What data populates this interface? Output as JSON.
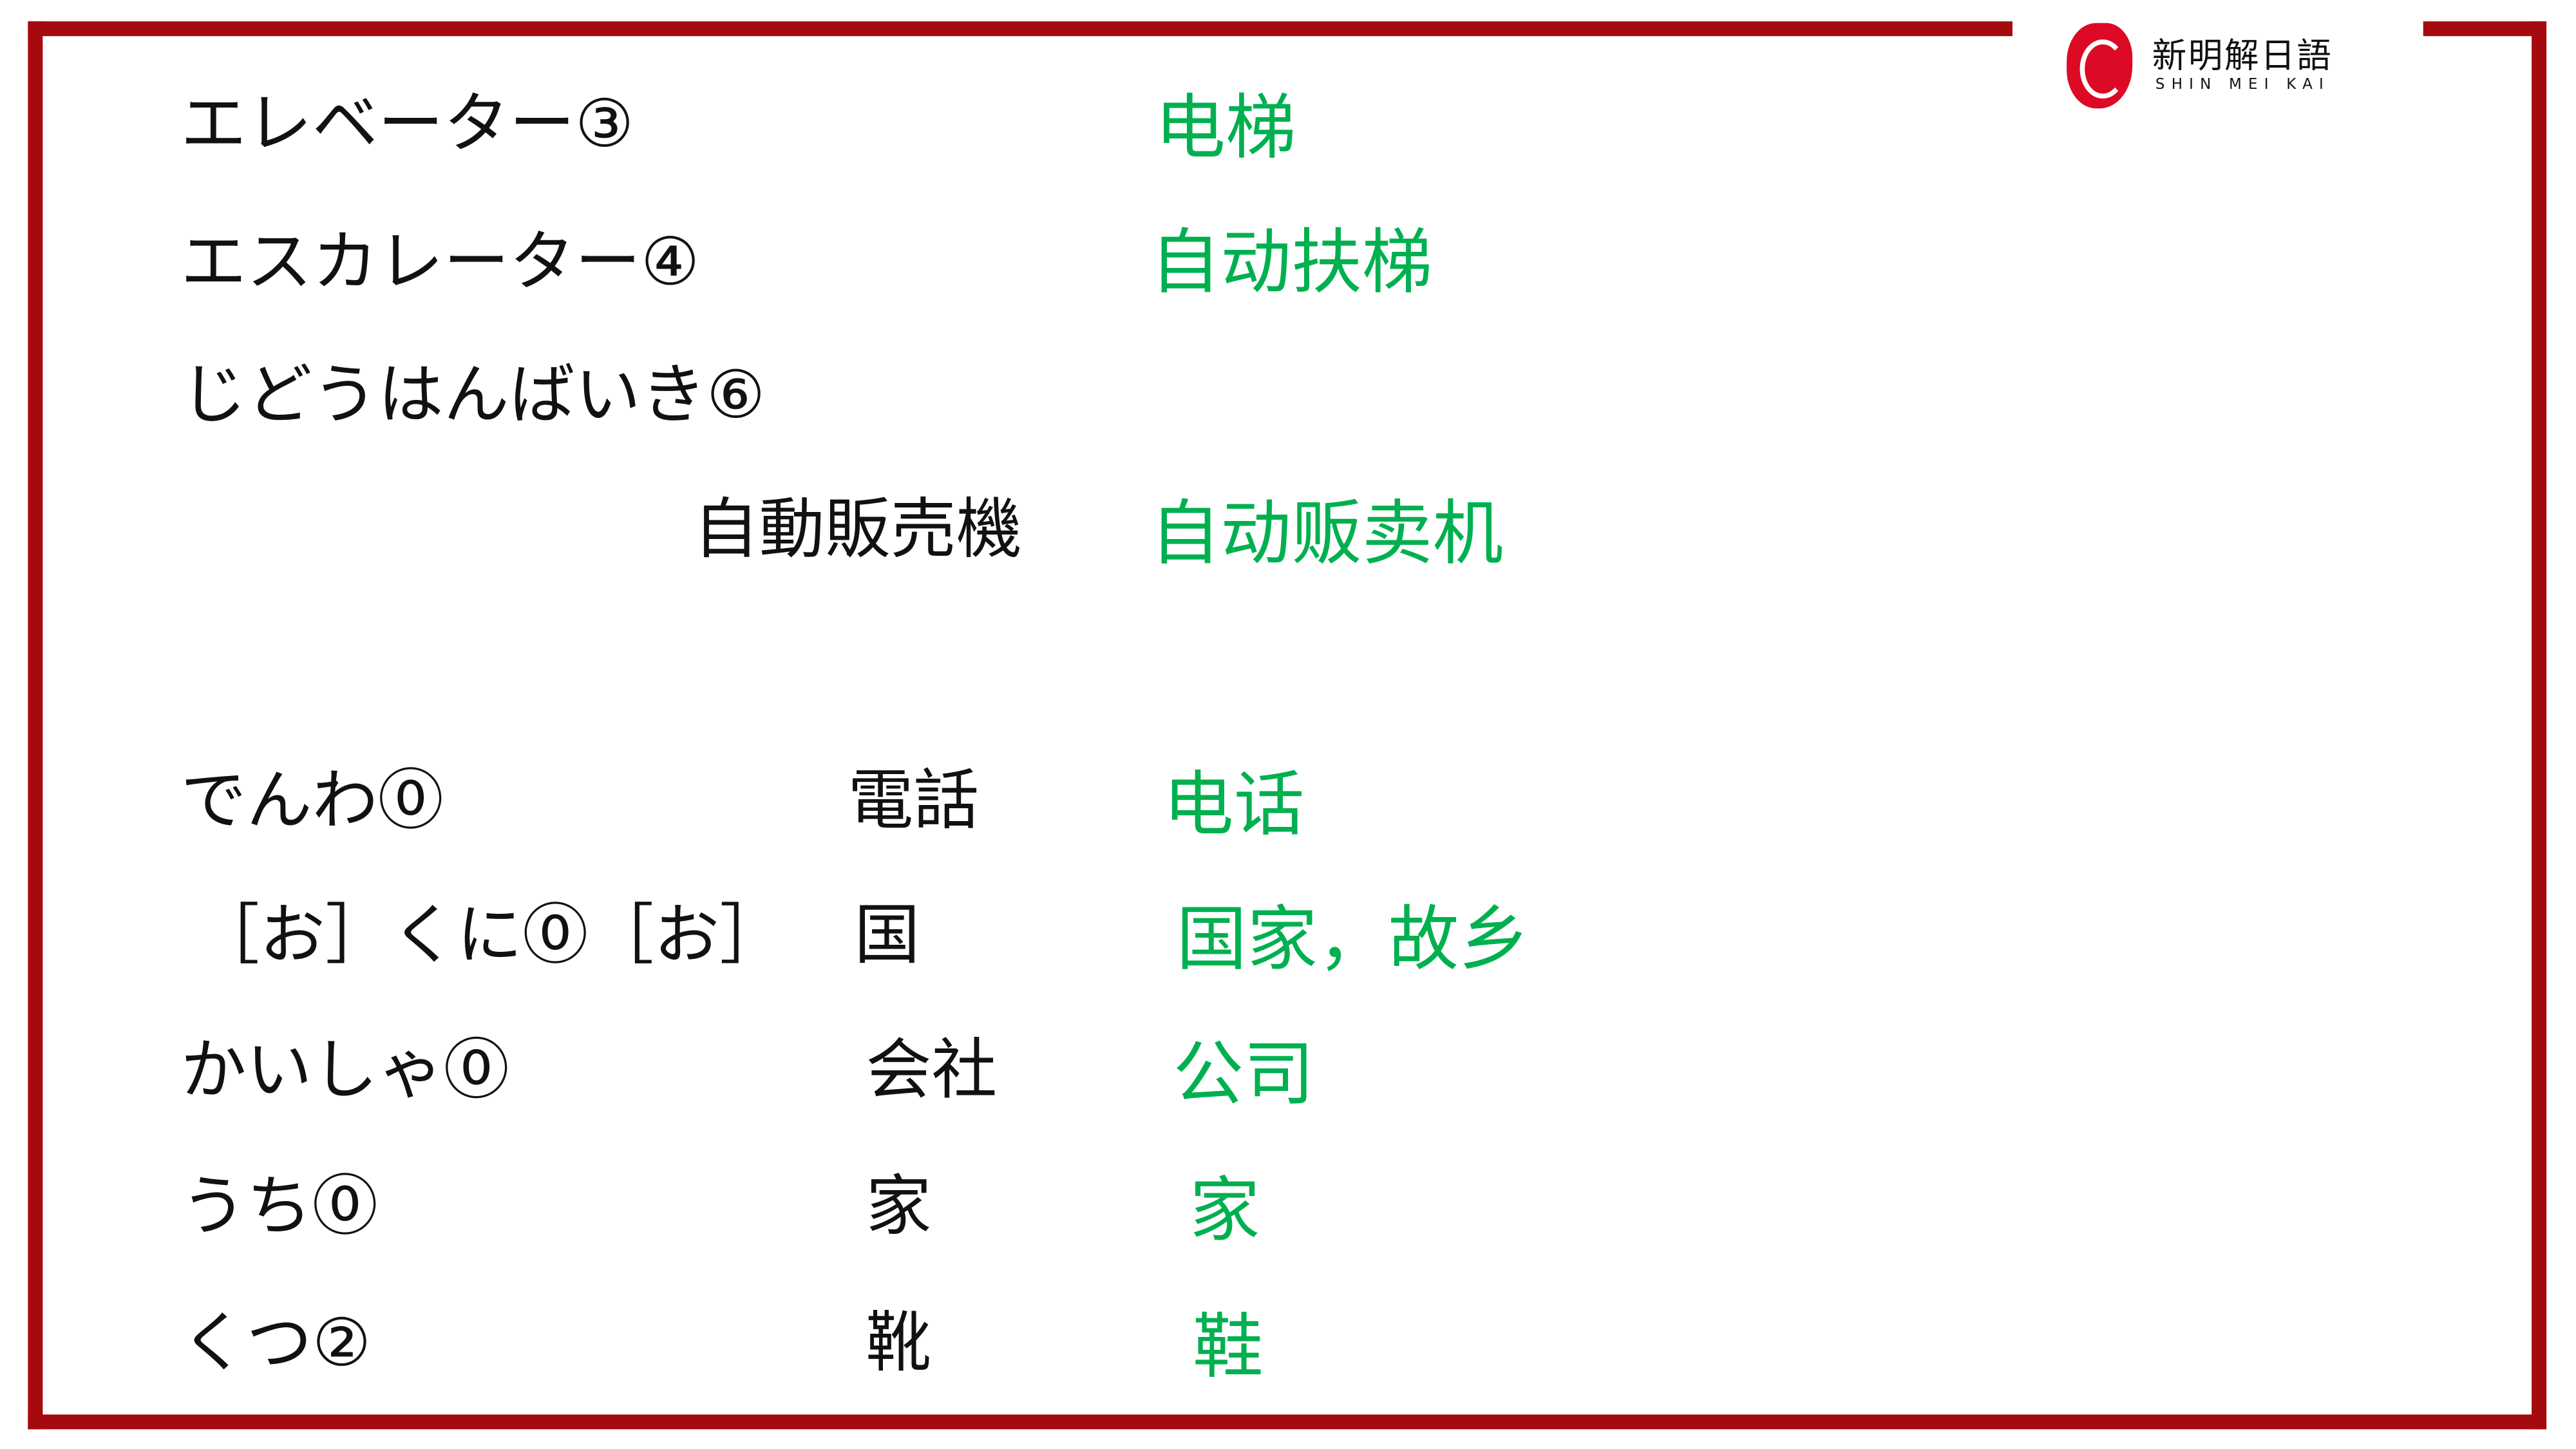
{
  "logo": {
    "name_cn": "新明解日語",
    "name_en": "SHIN MEI KAI"
  },
  "vocab": [
    {
      "kana": "エレベーター③",
      "kanji": "",
      "chinese": "电梯"
    },
    {
      "kana": "エスカレーター④",
      "kanji": "",
      "chinese": "自动扶梯"
    },
    {
      "kana": "じどうはんばいき⑥",
      "kanji": "自動販売機",
      "chinese": "自动贩卖机"
    },
    {
      "kana": "でんわ⓪",
      "kanji": "電話",
      "chinese": "电话"
    },
    {
      "kana": "［お］くに⓪［お］",
      "kanji": "国",
      "chinese": "国家，故乡"
    },
    {
      "kana": "かいしゃ⓪",
      "kanji": "会社",
      "chinese": "公司"
    },
    {
      "kana": "うち⓪",
      "kanji": "家",
      "chinese": "家"
    },
    {
      "kana": "くつ②",
      "kanji": "靴",
      "chinese": "鞋"
    }
  ],
  "colors": {
    "frame": "#a50b0e",
    "translation": "#00b050"
  }
}
